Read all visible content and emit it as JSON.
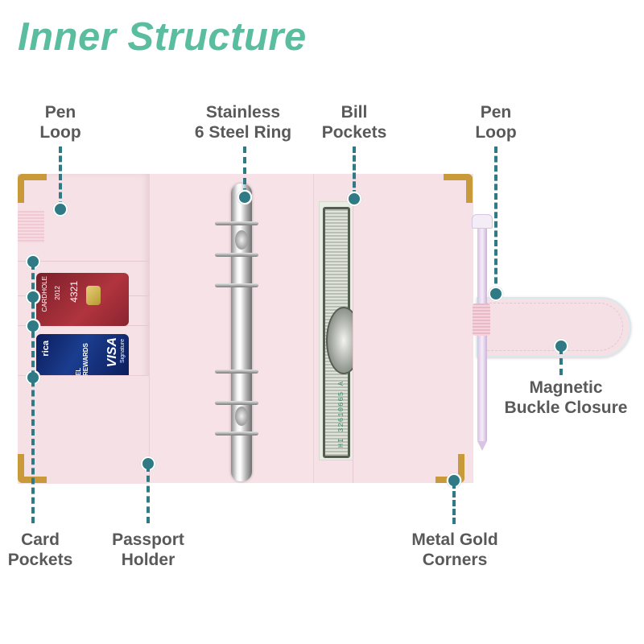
{
  "title": "Inner Structure",
  "colors": {
    "title": "#5bbd9f",
    "label_text": "#595959",
    "leader_line": "#2f7a85",
    "leather_pink": "#f5e1e6",
    "metal_gold": "#c99a3a"
  },
  "labels": {
    "pen_loop_left": [
      "Pen",
      "Loop"
    ],
    "steel_ring": [
      "Stainless",
      "6 Steel Ring"
    ],
    "bill_pockets": [
      "Bill",
      "Pockets"
    ],
    "pen_loop_right": [
      "Pen",
      "Loop"
    ],
    "magnetic_buckle": [
      "Magnetic",
      "Buckle Closure"
    ],
    "card_pockets": [
      "Card",
      "Pockets"
    ],
    "passport_holder": [
      "Passport",
      "Holder"
    ],
    "metal_corners": [
      "Metal Gold",
      "Corners"
    ]
  },
  "product": {
    "credit_card_red": {
      "number_fragment": "4321",
      "year": "2012",
      "holder_fragment": "CARDHOLE"
    },
    "credit_card_blue": {
      "brand": "VISA",
      "brand_sub": "Signature",
      "program_fragment": "EL REWARDS",
      "issuer_fragment": "rica"
    },
    "bill_serial": "HI 32610665 A"
  }
}
